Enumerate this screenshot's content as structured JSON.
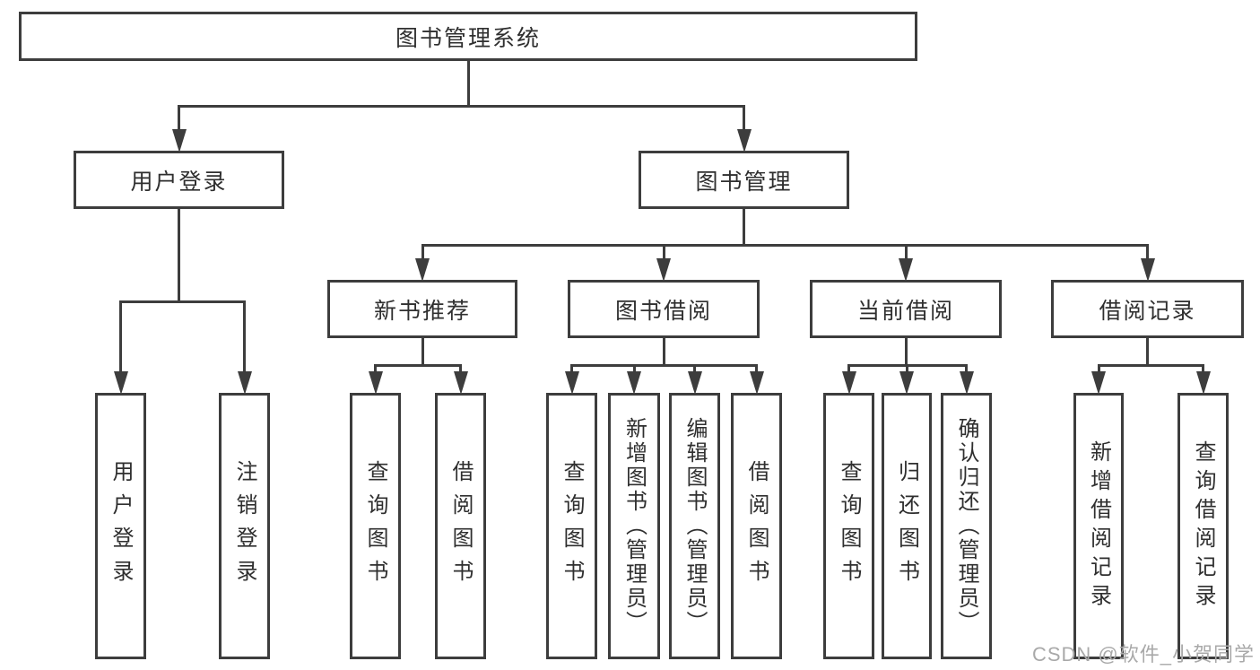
{
  "diagram": {
    "title": "图书管理系统",
    "watermark": "CSDN @软件_小贺同学",
    "colors": {
      "line": "#3d3d3d",
      "box_fill": "#ffffff",
      "text": "#2f2f2f",
      "watermark": "#a9a9a9"
    },
    "nodes": [
      {
        "id": "root",
        "label": "图书管理系统",
        "text_direction": "horizontal"
      },
      {
        "id": "user-login",
        "label": "用户登录",
        "text_direction": "horizontal"
      },
      {
        "id": "book-mgmt",
        "label": "图书管理",
        "text_direction": "horizontal"
      },
      {
        "id": "new-book-rec",
        "label": "新书推荐",
        "text_direction": "horizontal"
      },
      {
        "id": "book-borrow",
        "label": "图书借阅",
        "text_direction": "horizontal"
      },
      {
        "id": "current-borrow",
        "label": "当前借阅",
        "text_direction": "horizontal"
      },
      {
        "id": "borrow-records",
        "label": "借阅记录",
        "text_direction": "horizontal"
      },
      {
        "id": "leaf-user-login",
        "label": "用户登录",
        "text_direction": "vertical"
      },
      {
        "id": "leaf-logout",
        "label": "注销登录",
        "text_direction": "vertical"
      },
      {
        "id": "leaf-rec-query-books",
        "label": "查询图书",
        "text_direction": "vertical"
      },
      {
        "id": "leaf-rec-borrow-books",
        "label": "借阅图书",
        "text_direction": "vertical"
      },
      {
        "id": "leaf-bb-query-books",
        "label": "查询图书",
        "text_direction": "vertical"
      },
      {
        "id": "leaf-bb-add-books",
        "label": "新增图书（管理员）",
        "text_direction": "vertical"
      },
      {
        "id": "leaf-bb-edit-books",
        "label": "编辑图书（管理员）",
        "text_direction": "vertical"
      },
      {
        "id": "leaf-bb-borrow-books",
        "label": "借阅图书",
        "text_direction": "vertical"
      },
      {
        "id": "leaf-cb-query-books",
        "label": "查询图书",
        "text_direction": "vertical"
      },
      {
        "id": "leaf-cb-return-books",
        "label": "归还图书",
        "text_direction": "vertical"
      },
      {
        "id": "leaf-cb-confirm-return",
        "label": "确认归还（管理员）",
        "text_direction": "vertical"
      },
      {
        "id": "leaf-br-add-record",
        "label": "新增借阅记录",
        "text_direction": "vertical"
      },
      {
        "id": "leaf-br-query-record",
        "label": "查询借阅记录",
        "text_direction": "vertical"
      }
    ],
    "edges": {
      "root": [
        "user-login",
        "book-mgmt"
      ],
      "user-login": [
        "leaf-user-login",
        "leaf-logout"
      ],
      "book-mgmt": [
        "new-book-rec",
        "book-borrow",
        "current-borrow",
        "borrow-records"
      ],
      "new-book-rec": [
        "leaf-rec-query-books",
        "leaf-rec-borrow-books"
      ],
      "book-borrow": [
        "leaf-bb-query-books",
        "leaf-bb-add-books",
        "leaf-bb-edit-books",
        "leaf-bb-borrow-books"
      ],
      "current-borrow": [
        "leaf-cb-query-books",
        "leaf-cb-return-books",
        "leaf-cb-confirm-return"
      ],
      "borrow-records": [
        "leaf-br-add-record",
        "leaf-br-query-record"
      ]
    }
  }
}
